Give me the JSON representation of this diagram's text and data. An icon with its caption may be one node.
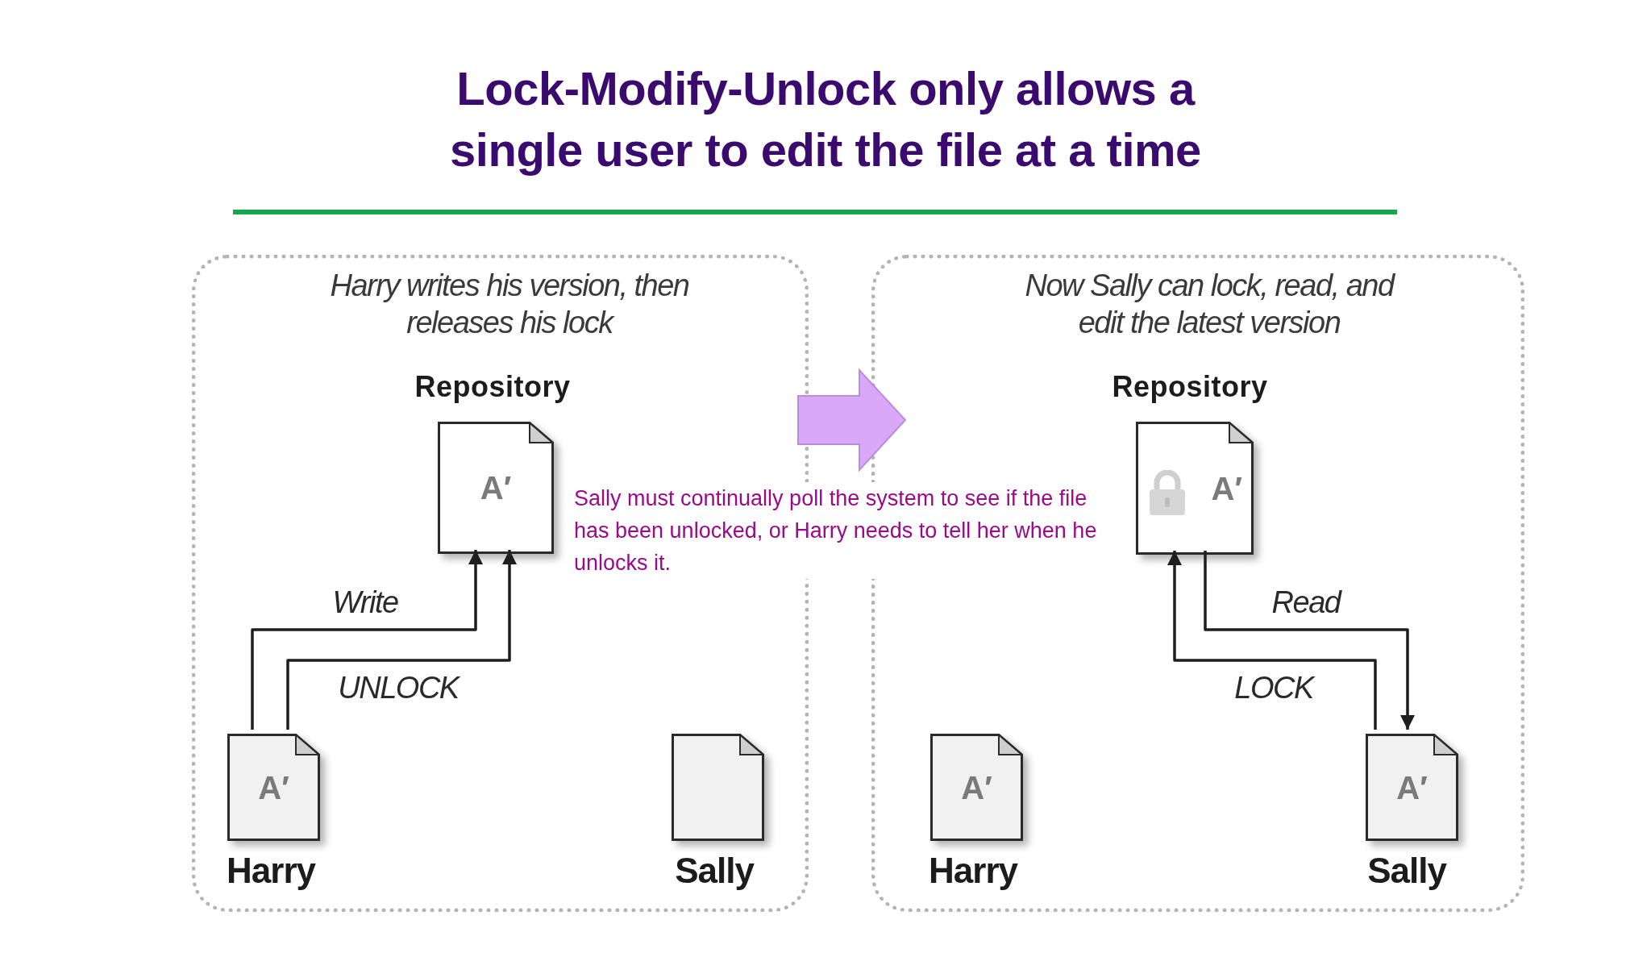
{
  "diagram": {
    "title": "Lock-Modify-Unlock only allows a single user to edit the file at a time",
    "nodes": [
      {
        "text": [
          "Harry writes his version, then releases his lock"
        ]
      },
      {
        "text": [
          "A′"
        ],
        "in": 0,
        "beside": [
          "Repository"
        ]
      },
      {
        "text": [
          "A′"
        ],
        "in": 0,
        "beside": [
          "Harry"
        ]
      },
      {
        "text": [],
        "shape": "document",
        "in": 0,
        "beside": [
          "Sally"
        ]
      },
      {
        "text": [
          "Now Sally can lock, read, and edit the latest version"
        ]
      },
      {
        "text": [
          "A′"
        ],
        "in": 4,
        "beside": [
          "Repository"
        ]
      },
      {
        "text": [
          "A′"
        ],
        "in": 4,
        "beside": [
          "Harry"
        ]
      },
      {
        "text": [
          "A′"
        ],
        "in": 4,
        "beside": [
          "Sally"
        ]
      }
    ],
    "edges": [
      {
        "from": 2,
        "to": 1,
        "arrow": "to",
        "label": "Write"
      },
      {
        "from": 2,
        "to": 1,
        "arrow": "to",
        "label": "UNLOCK"
      },
      {
        "from": 5,
        "to": 7,
        "arrow": "to",
        "label": "Read"
      },
      {
        "from": 7,
        "to": 5,
        "arrow": "to",
        "label": "LOCK"
      },
      {
        "from": 0,
        "to": 4,
        "arrow": "to",
        "style": "thick",
        "color": "#d9a9f7"
      }
    ],
    "labels": [
      "Sally must continually poll the system to see if the file has been unlocked, or Harry needs to tell her when he unlocks it."
    ]
  }
}
